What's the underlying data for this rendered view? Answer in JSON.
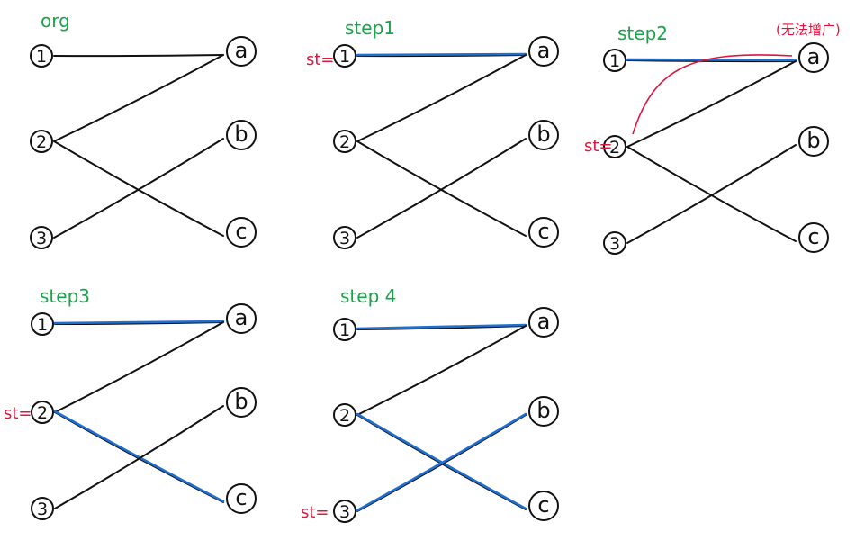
{
  "colors": {
    "ink": "#111111",
    "title": "#1aa34a",
    "annot": "#e0143c",
    "match": "#1f6fd1"
  },
  "panels": [
    {
      "name": "org",
      "title": "org",
      "st_label": "",
      "st_row": null,
      "left": [
        "1",
        "2",
        "3"
      ],
      "right": [
        "a",
        "b",
        "c"
      ],
      "edges": [
        {
          "from": 0,
          "to": 0,
          "state": "normal"
        },
        {
          "from": 1,
          "to": 0,
          "state": "normal"
        },
        {
          "from": 1,
          "to": 2,
          "state": "normal"
        },
        {
          "from": 2,
          "to": 1,
          "state": "normal"
        }
      ],
      "note": ""
    },
    {
      "name": "step1",
      "title": "step1",
      "st_label": "st=",
      "st_row": 0,
      "left": [
        "1",
        "2",
        "3"
      ],
      "right": [
        "a",
        "b",
        "c"
      ],
      "edges": [
        {
          "from": 0,
          "to": 0,
          "state": "match"
        },
        {
          "from": 1,
          "to": 0,
          "state": "normal"
        },
        {
          "from": 1,
          "to": 2,
          "state": "normal"
        },
        {
          "from": 2,
          "to": 1,
          "state": "normal"
        }
      ],
      "note": ""
    },
    {
      "name": "step2",
      "title": "step2",
      "st_label": "st=",
      "st_row": 1,
      "left": [
        "1",
        "2",
        "3"
      ],
      "right": [
        "a",
        "b",
        "c"
      ],
      "edges": [
        {
          "from": 0,
          "to": 0,
          "state": "match"
        },
        {
          "from": 1,
          "to": 0,
          "state": "normal"
        },
        {
          "from": 1,
          "to": 2,
          "state": "normal"
        },
        {
          "from": 2,
          "to": 1,
          "state": "normal"
        }
      ],
      "attempt": {
        "from": 1,
        "to": 0
      },
      "note": "(无法增广)"
    },
    {
      "name": "step3",
      "title": "step3",
      "st_label": "st=",
      "st_row": 1,
      "left": [
        "1",
        "2",
        "3"
      ],
      "right": [
        "a",
        "b",
        "c"
      ],
      "edges": [
        {
          "from": 0,
          "to": 0,
          "state": "match"
        },
        {
          "from": 1,
          "to": 0,
          "state": "normal"
        },
        {
          "from": 1,
          "to": 2,
          "state": "match"
        },
        {
          "from": 2,
          "to": 1,
          "state": "normal"
        }
      ],
      "note": ""
    },
    {
      "name": "step4",
      "title": "step 4",
      "st_label": "st=",
      "st_row": 2,
      "left": [
        "1",
        "2",
        "3"
      ],
      "right": [
        "a",
        "b",
        "c"
      ],
      "edges": [
        {
          "from": 0,
          "to": 0,
          "state": "match"
        },
        {
          "from": 1,
          "to": 0,
          "state": "normal"
        },
        {
          "from": 1,
          "to": 2,
          "state": "match"
        },
        {
          "from": 2,
          "to": 1,
          "state": "match"
        }
      ],
      "note": ""
    }
  ]
}
